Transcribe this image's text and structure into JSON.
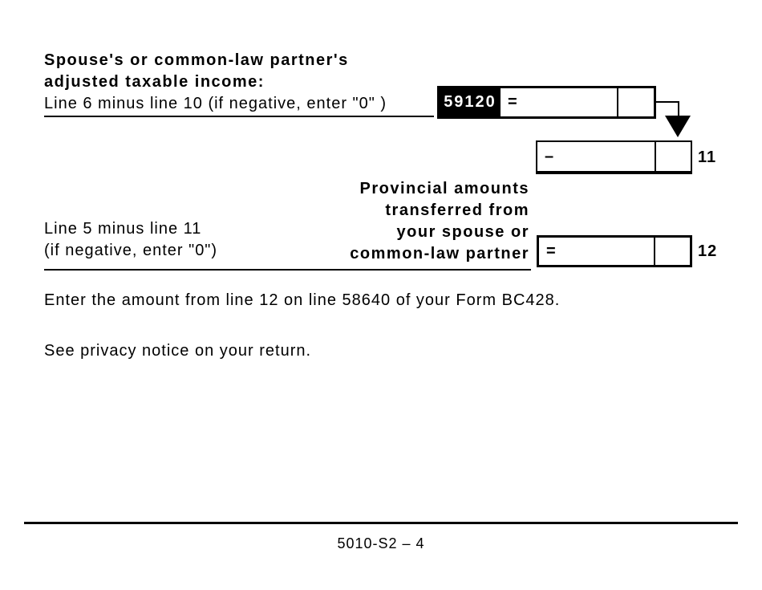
{
  "colors": {
    "ink": "#000000",
    "paper": "#ffffff",
    "field_code_bg": "#000000",
    "field_code_text": "#ffffff"
  },
  "section_top": {
    "label_bold_line1": "Spouse's or common-law partner's",
    "label_bold_line2": "adjusted taxable income:",
    "label_line3": "Line 6 minus line 10 (if negative, enter \"0\" )",
    "field_code": "59120",
    "equals": "=",
    "amount_value": "",
    "cents_value": ""
  },
  "line11": {
    "operator": "–",
    "amount_value": "",
    "cents_value": "",
    "line_number": "11"
  },
  "transfer_label": {
    "lines": [
      "Provincial amounts",
      "transferred from",
      "your spouse or",
      "common-law partner"
    ]
  },
  "left_label_2": {
    "line1": "Line 5 minus line 11",
    "line2": "(if negative, enter \"0\")"
  },
  "line12": {
    "equals": "=",
    "amount_value": "",
    "cents_value": "",
    "line_number": "12"
  },
  "notes": {
    "enter_amount": "Enter the amount from line 12 on line 58640 of your Form BC428.",
    "privacy": "See privacy notice on your return."
  },
  "footer": {
    "page_id": "5010-S2 – 4"
  }
}
